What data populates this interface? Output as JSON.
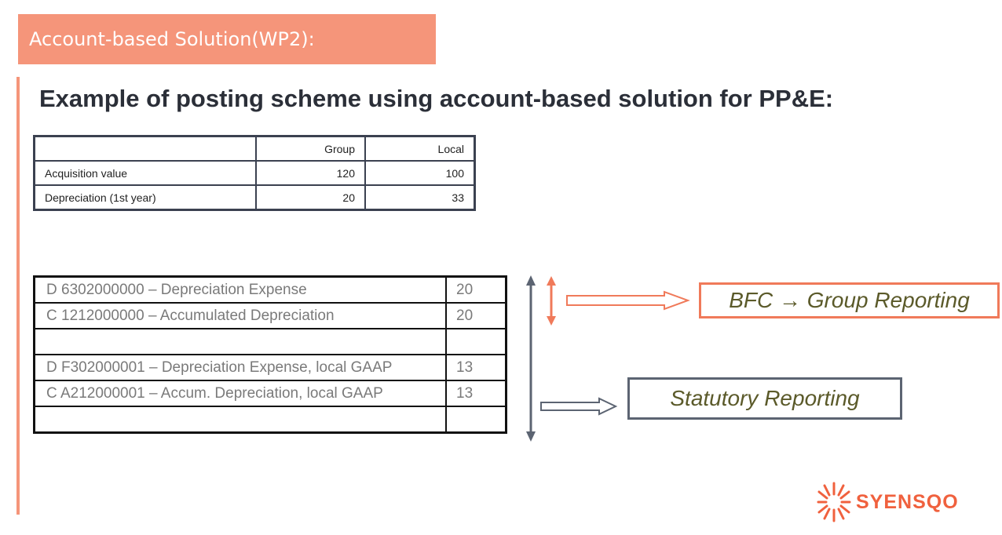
{
  "banner": {
    "title": "Account-based Solution(WP2):"
  },
  "heading": "Example of posting scheme using account-based solution for PP&E:",
  "summary_table": {
    "headers": [
      "",
      "Group",
      "Local"
    ],
    "rows": [
      {
        "label": "Acquisition value",
        "group": "120",
        "local": "100"
      },
      {
        "label": "Depreciation (1st year)",
        "group": "20",
        "local": "33"
      }
    ]
  },
  "posting_table": {
    "rows": [
      {
        "account": "D 6302000000 – Depreciation Expense",
        "amount": "20"
      },
      {
        "account": "C 1212000000 – Accumulated Depreciation",
        "amount": "20"
      },
      {
        "account": "",
        "amount": ""
      },
      {
        "account": "D F302000001 – Depreciation Expense, local GAAP",
        "amount": "13"
      },
      {
        "account": "C A212000001 – Accum. Depreciation, local GAAP",
        "amount": "13"
      },
      {
        "account": "",
        "amount": ""
      }
    ]
  },
  "targets": {
    "bfc": "BFC → Group Reporting",
    "statutory": "Statutory Reporting"
  },
  "logo": {
    "text": "SYENSQO"
  },
  "colors": {
    "accent": "#f5957a",
    "arrow_orange": "#f07a5a",
    "arrow_gray": "#5c6472"
  }
}
